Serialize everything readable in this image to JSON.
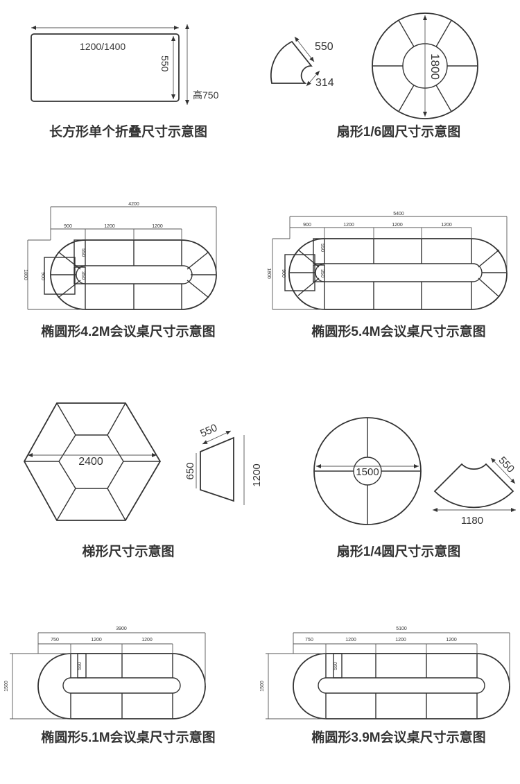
{
  "diagrams": [
    {
      "caption": "长方形单个折叠尺寸示意图",
      "labels": {
        "length": "1200/1400",
        "width": "550",
        "height": "高750"
      }
    },
    {
      "caption": "扇形1/6圆尺寸示意图",
      "labels": {
        "outer": "550",
        "inner": "314",
        "diameter": "1800"
      }
    },
    {
      "caption": "椭圆形4.2M会议桌尺寸示意图",
      "labels": {
        "total": "4200",
        "seg_end": "900",
        "seg_1": "1200",
        "seg_2": "1200",
        "depth_top": "550",
        "height": "1800",
        "depth_mid": "900",
        "inner": "350"
      }
    },
    {
      "caption": "椭圆形5.4M会议桌尺寸示意图",
      "labels": {
        "total": "5400",
        "seg_end": "900",
        "seg_1": "1200",
        "seg_2": "1200",
        "seg_3": "1200",
        "depth_top": "550",
        "height": "1800",
        "depth_mid": "900",
        "inner": "350"
      }
    },
    {
      "caption": "梯形尺寸示意图",
      "labels": {
        "diameter": "2400",
        "top": "550",
        "side": "650",
        "base": "1200"
      }
    },
    {
      "caption": "扇形1/4圆尺寸示意图",
      "labels": {
        "diameter": "1500",
        "depth": "550",
        "chord": "1180"
      }
    },
    {
      "caption": "椭圆形5.1M会议桌尺寸示意图",
      "labels": {
        "total": "3900",
        "seg_end": "750",
        "seg_1": "1200",
        "seg_2": "1200",
        "depth": "550",
        "height": "1500"
      }
    },
    {
      "caption": "椭圆形3.9M会议桌尺寸示意图",
      "labels": {
        "total": "5100",
        "seg_end": "750",
        "seg_1": "1200",
        "seg_2": "1200",
        "seg_3": "1200",
        "depth": "550",
        "height": "1500"
      }
    }
  ]
}
